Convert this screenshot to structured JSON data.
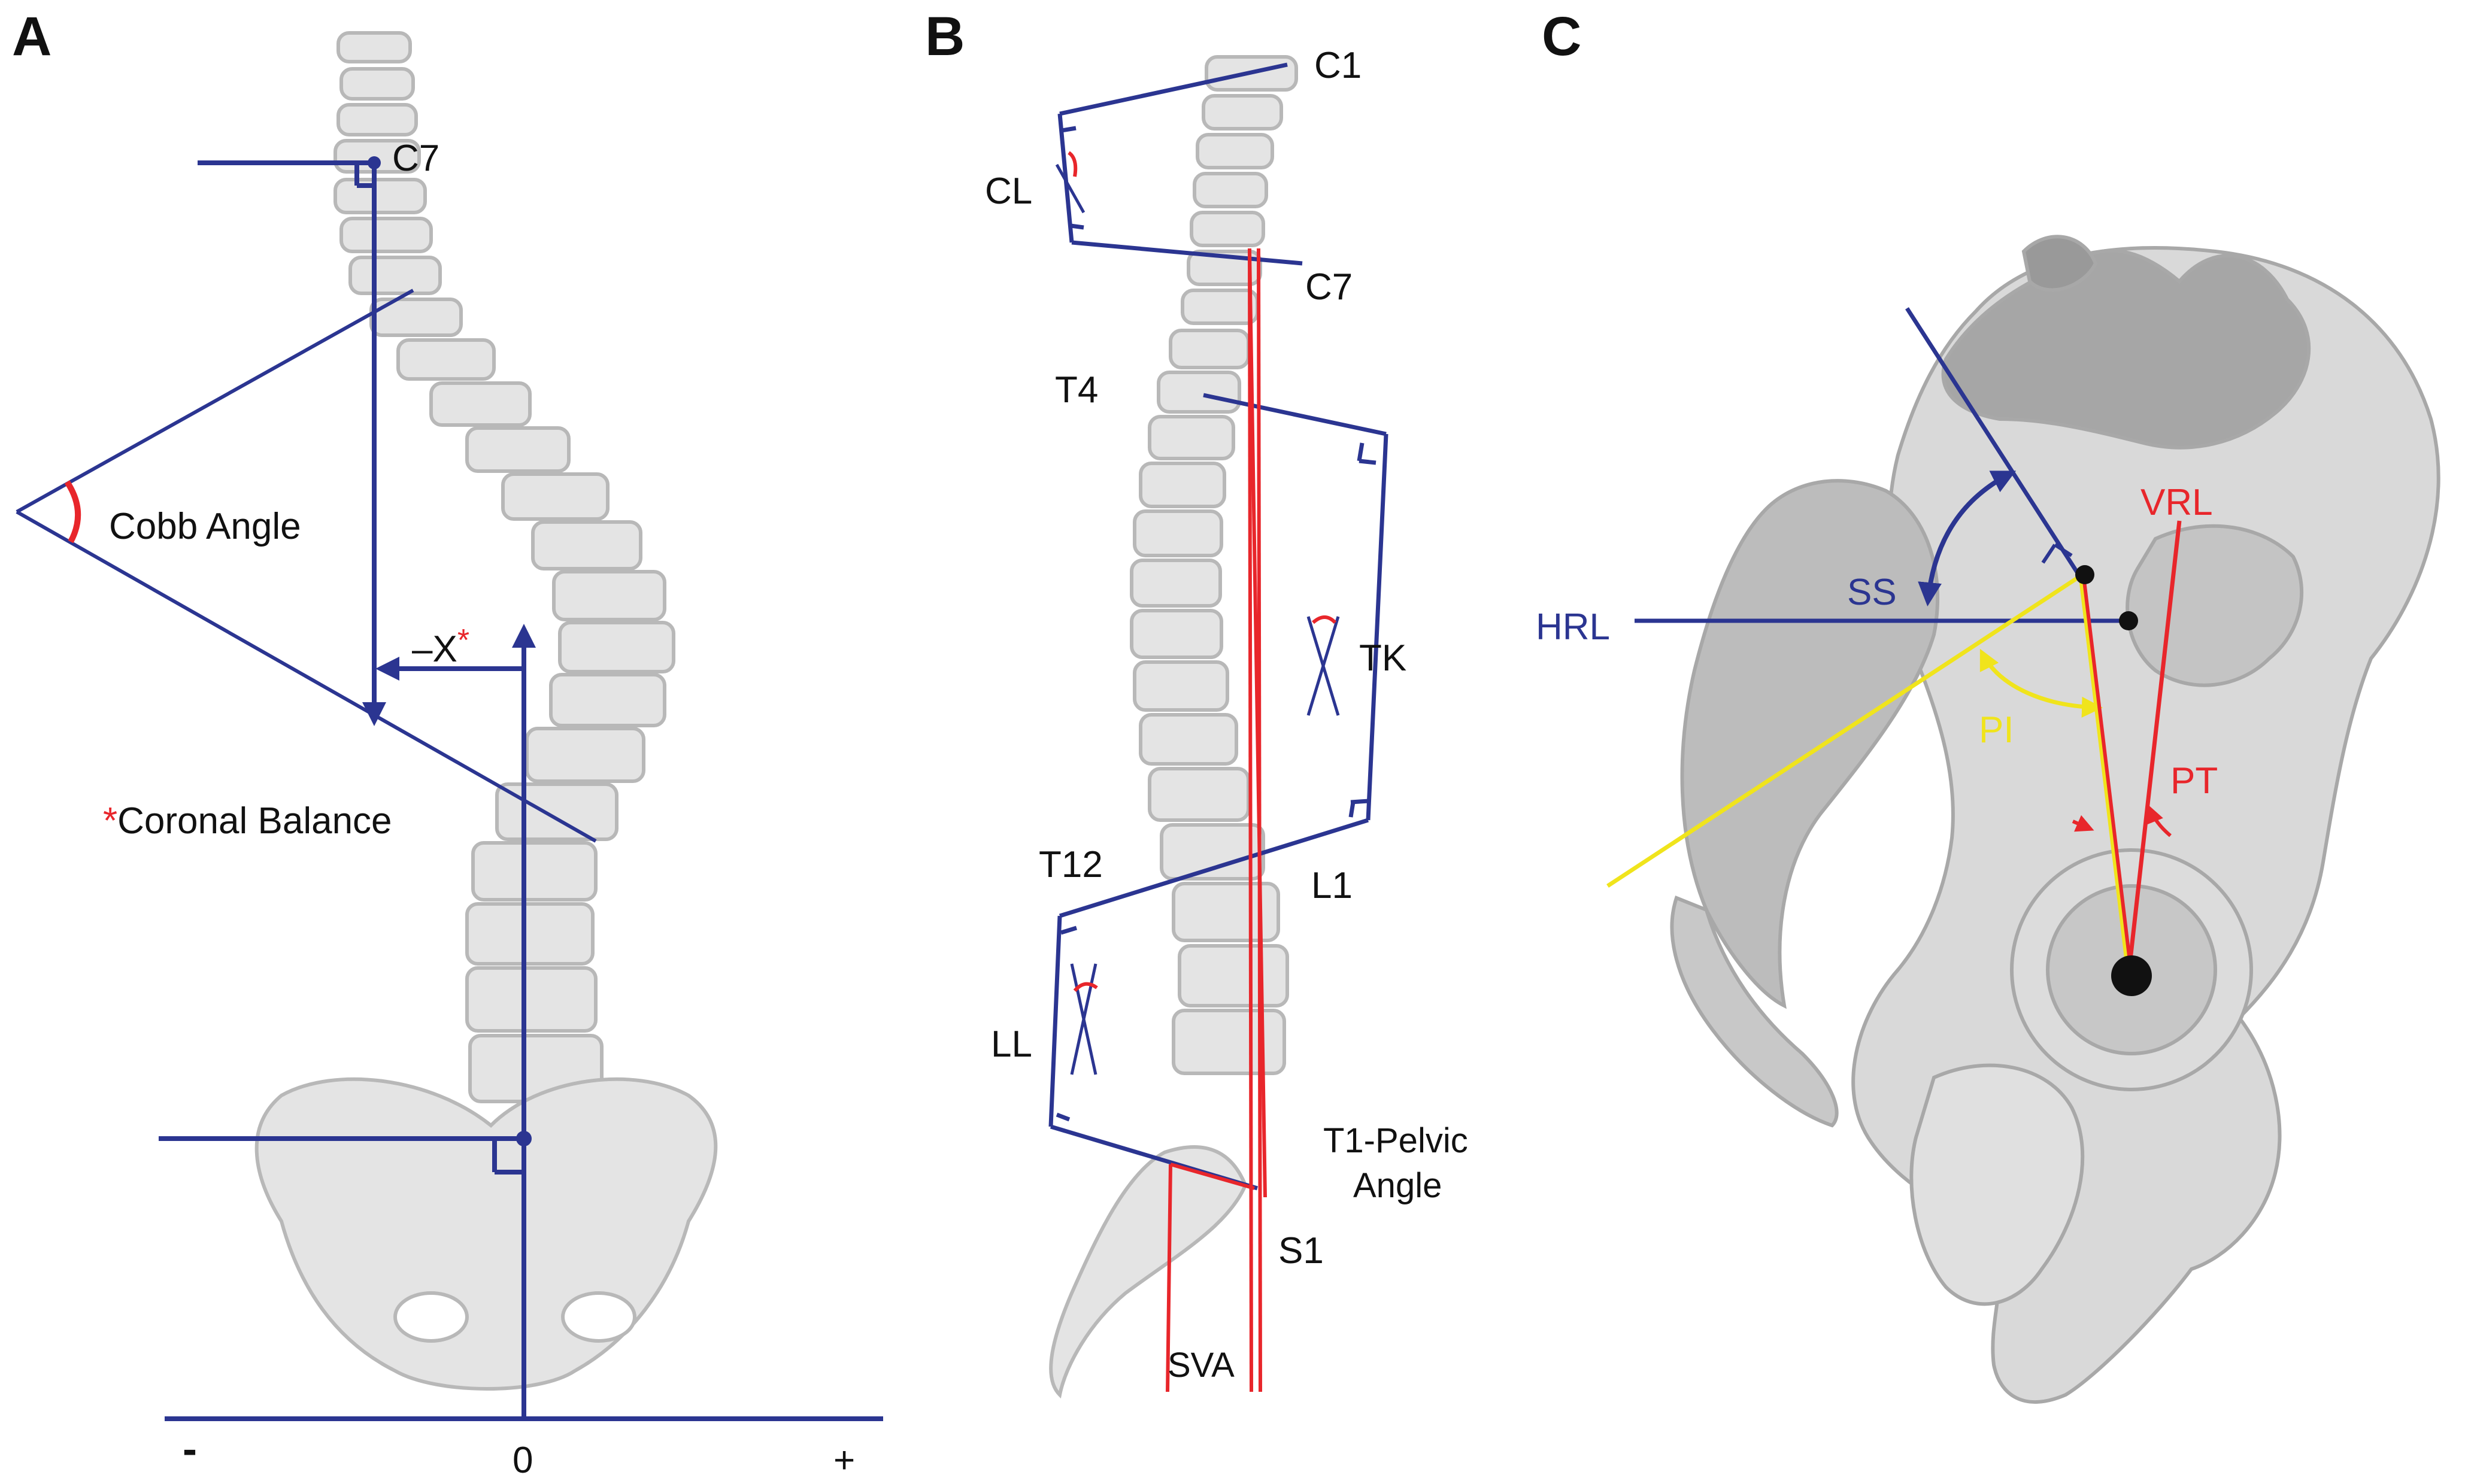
{
  "colors": {
    "structure": "#2b3591",
    "angle": "#e8262b",
    "incidence": "#f0e41c",
    "bone_fill": "#e4e4e4",
    "bone_edge": "#b8b8b8",
    "pelvis_dark": "#b0b0b0"
  },
  "panels": {
    "a": {
      "letter": "A",
      "labels": {
        "c7": "C7",
        "cobb": "Cobb Angle",
        "offset": "–X",
        "offset_mark": "*",
        "balance_mark": "*",
        "balance": "Coronal Balance",
        "minus": "-",
        "zero": "0",
        "plus": "+"
      }
    },
    "b": {
      "letter": "B",
      "labels": {
        "c1": "C1",
        "cl": "CL",
        "c7": "C7",
        "t4": "T4",
        "tk": "TK",
        "t12": "T12",
        "l1": "L1",
        "ll": "LL",
        "tpa_line1": "T1-Pelvic",
        "tpa_line2": "Angle",
        "s1": "S1",
        "sva": "SVA"
      }
    },
    "c": {
      "letter": "C",
      "labels": {
        "vrl": "VRL",
        "ss": "SS",
        "hrl": "HRL",
        "pi": "PI",
        "pt": "PT"
      }
    }
  }
}
